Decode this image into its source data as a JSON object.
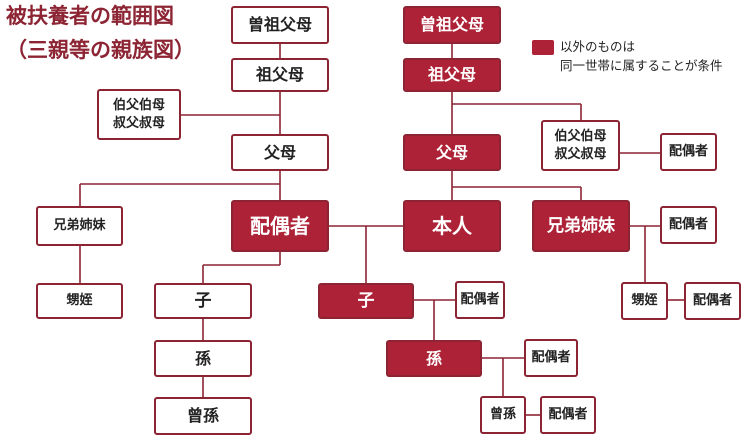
{
  "title": {
    "line1": "被扶養者の範囲図",
    "line2": "（三親等の親族図）"
  },
  "legend": {
    "line1": "以外のものは",
    "line2": "同一世帯に属することが条件",
    "color": "#ad2237"
  },
  "colors": {
    "accent": "#ad2237",
    "border": "#8c2433",
    "text": "#222222"
  },
  "nodes": {
    "spouse_great_grandparents": "曽祖父母",
    "spouse_grandparents": "祖父母",
    "spouse_great_uncles": "伯父伯母\n叔父叔母",
    "spouse_parents": "父母",
    "spouse_siblings": "兄弟姉妹",
    "spouse_nephews": "甥姪",
    "spouse": "配偶者",
    "child_1": "子",
    "grandchild_1": "孫",
    "great_grandchild_1": "曾孫",
    "great_grandparents": "曽祖父母",
    "grandparents": "祖父母",
    "uncles_aunts": "伯父伯母\n叔父叔母",
    "uncles_aunts_spouse": "配偶者",
    "parents": "父母",
    "self": "本人",
    "siblings": "兄弟姉妹",
    "siblings_spouse": "配偶者",
    "nephews_nieces": "甥姪",
    "nephews_spouse": "配偶者",
    "child_2": "子",
    "child_2_spouse": "配偶者",
    "grandchild_2": "孫",
    "grandchild_2_spouse": "配偶者",
    "great_grandchild_2": "曾孫",
    "great_grandchild_2_spouse": "配偶者"
  }
}
